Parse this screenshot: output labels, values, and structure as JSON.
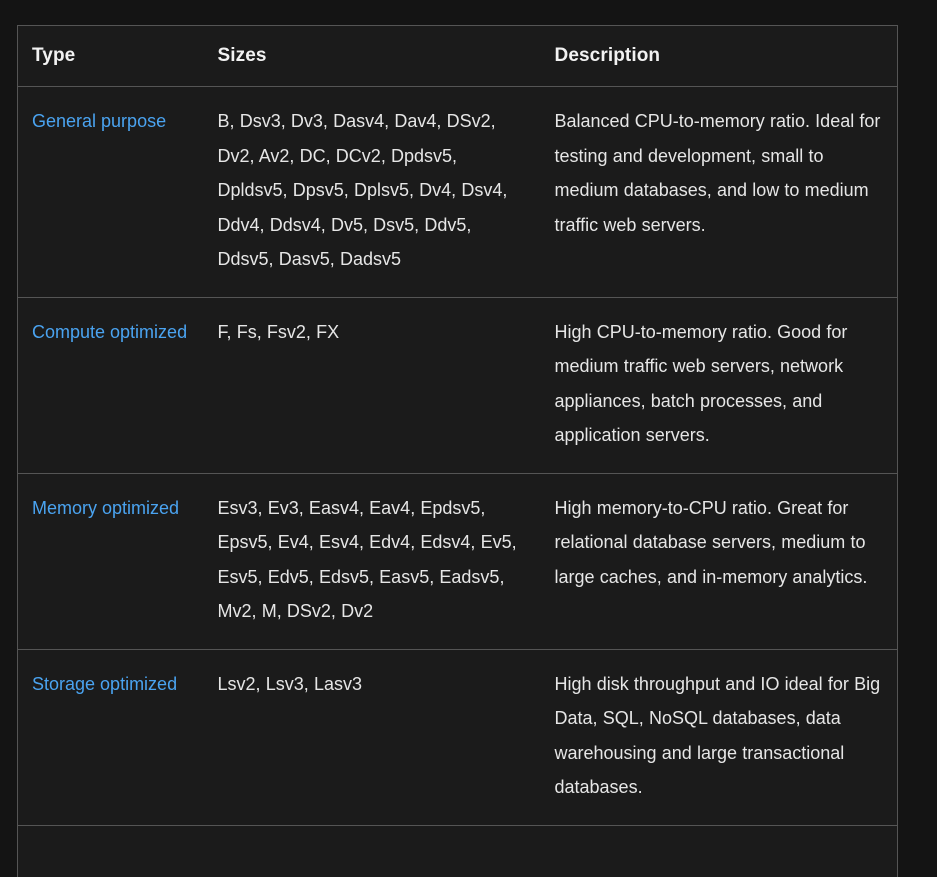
{
  "table": {
    "name": "azure-vm-types-table",
    "accent_link_color": "#4aa3f0",
    "text_color": "#e6e6e6",
    "background_color": "#1b1b1b",
    "border_color": "#555555",
    "page_background": "#141414",
    "columns": [
      {
        "key": "type",
        "label": "Type"
      },
      {
        "key": "sizes",
        "label": "Sizes"
      },
      {
        "key": "description",
        "label": "Description"
      }
    ],
    "rows": [
      {
        "type": "General purpose",
        "type_is_link": true,
        "sizes": "B, Dsv3, Dv3, Dasv4, Dav4, DSv2, Dv2, Av2, DC, DCv2, Dpdsv5, Dpldsv5, Dpsv5, Dplsv5, Dv4, Dsv4, Ddv4, Ddsv4, Dv5, Dsv5, Ddv5, Ddsv5, Dasv5, Dadsv5",
        "description": "Balanced CPU-to-memory ratio. Ideal for testing and development, small to medium databases, and low to medium traffic web servers."
      },
      {
        "type": "Compute optimized",
        "type_is_link": true,
        "sizes": "F, Fs, Fsv2, FX",
        "description": "High CPU-to-memory ratio. Good for medium traffic web servers, network appliances, batch processes, and application servers."
      },
      {
        "type": "Memory optimized",
        "type_is_link": true,
        "sizes": "Esv3, Ev3, Easv4, Eav4, Epdsv5, Epsv5, Ev4, Esv4, Edv4, Edsv4, Ev5, Esv5, Edv5, Edsv5, Easv5, Eadsv5, Mv2, M, DSv2, Dv2",
        "description": "High memory-to-CPU ratio. Great for relational database servers, medium to large caches, and in-memory analytics."
      },
      {
        "type": "Storage optimized",
        "type_is_link": true,
        "sizes": "Lsv2, Lsv3, Lasv3",
        "description": "High disk throughput and IO ideal for Big Data, SQL, NoSQL databases, data warehousing and large transactional databases."
      },
      {
        "type": "",
        "type_is_link": false,
        "sizes": "",
        "description": ""
      }
    ]
  }
}
